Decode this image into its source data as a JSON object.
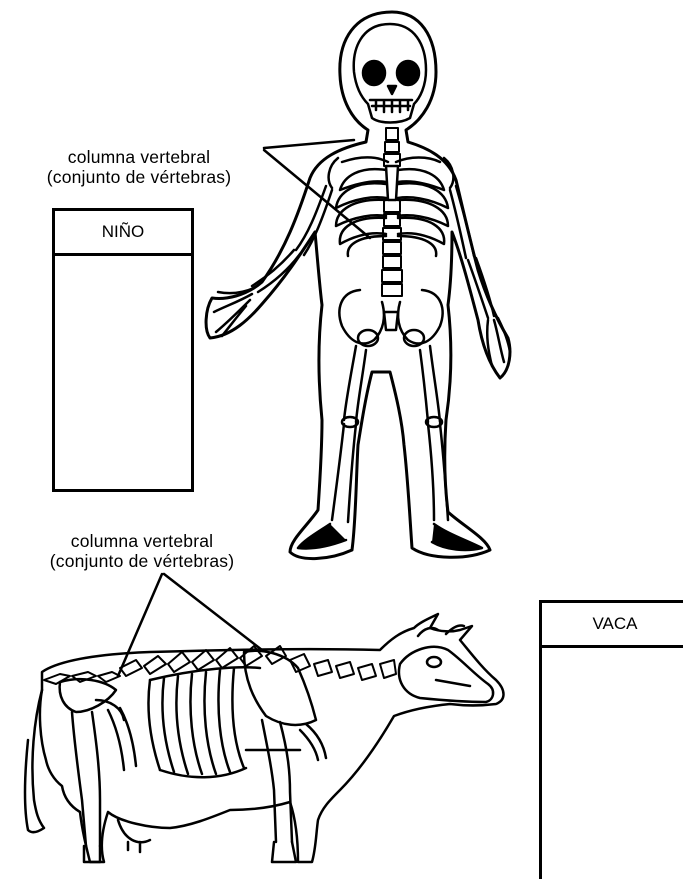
{
  "labels": {
    "child": {
      "line1": "columna vertebral",
      "line2": "(conjunto de vértebras)"
    },
    "cow": {
      "line1": "columna vertebral",
      "line2": "(conjunto de vértebras)"
    }
  },
  "keys": {
    "child": {
      "title": "NIÑO"
    },
    "cow": {
      "title": "VACA"
    }
  },
  "colors": {
    "ink": "#000000",
    "paper": "#ffffff"
  }
}
